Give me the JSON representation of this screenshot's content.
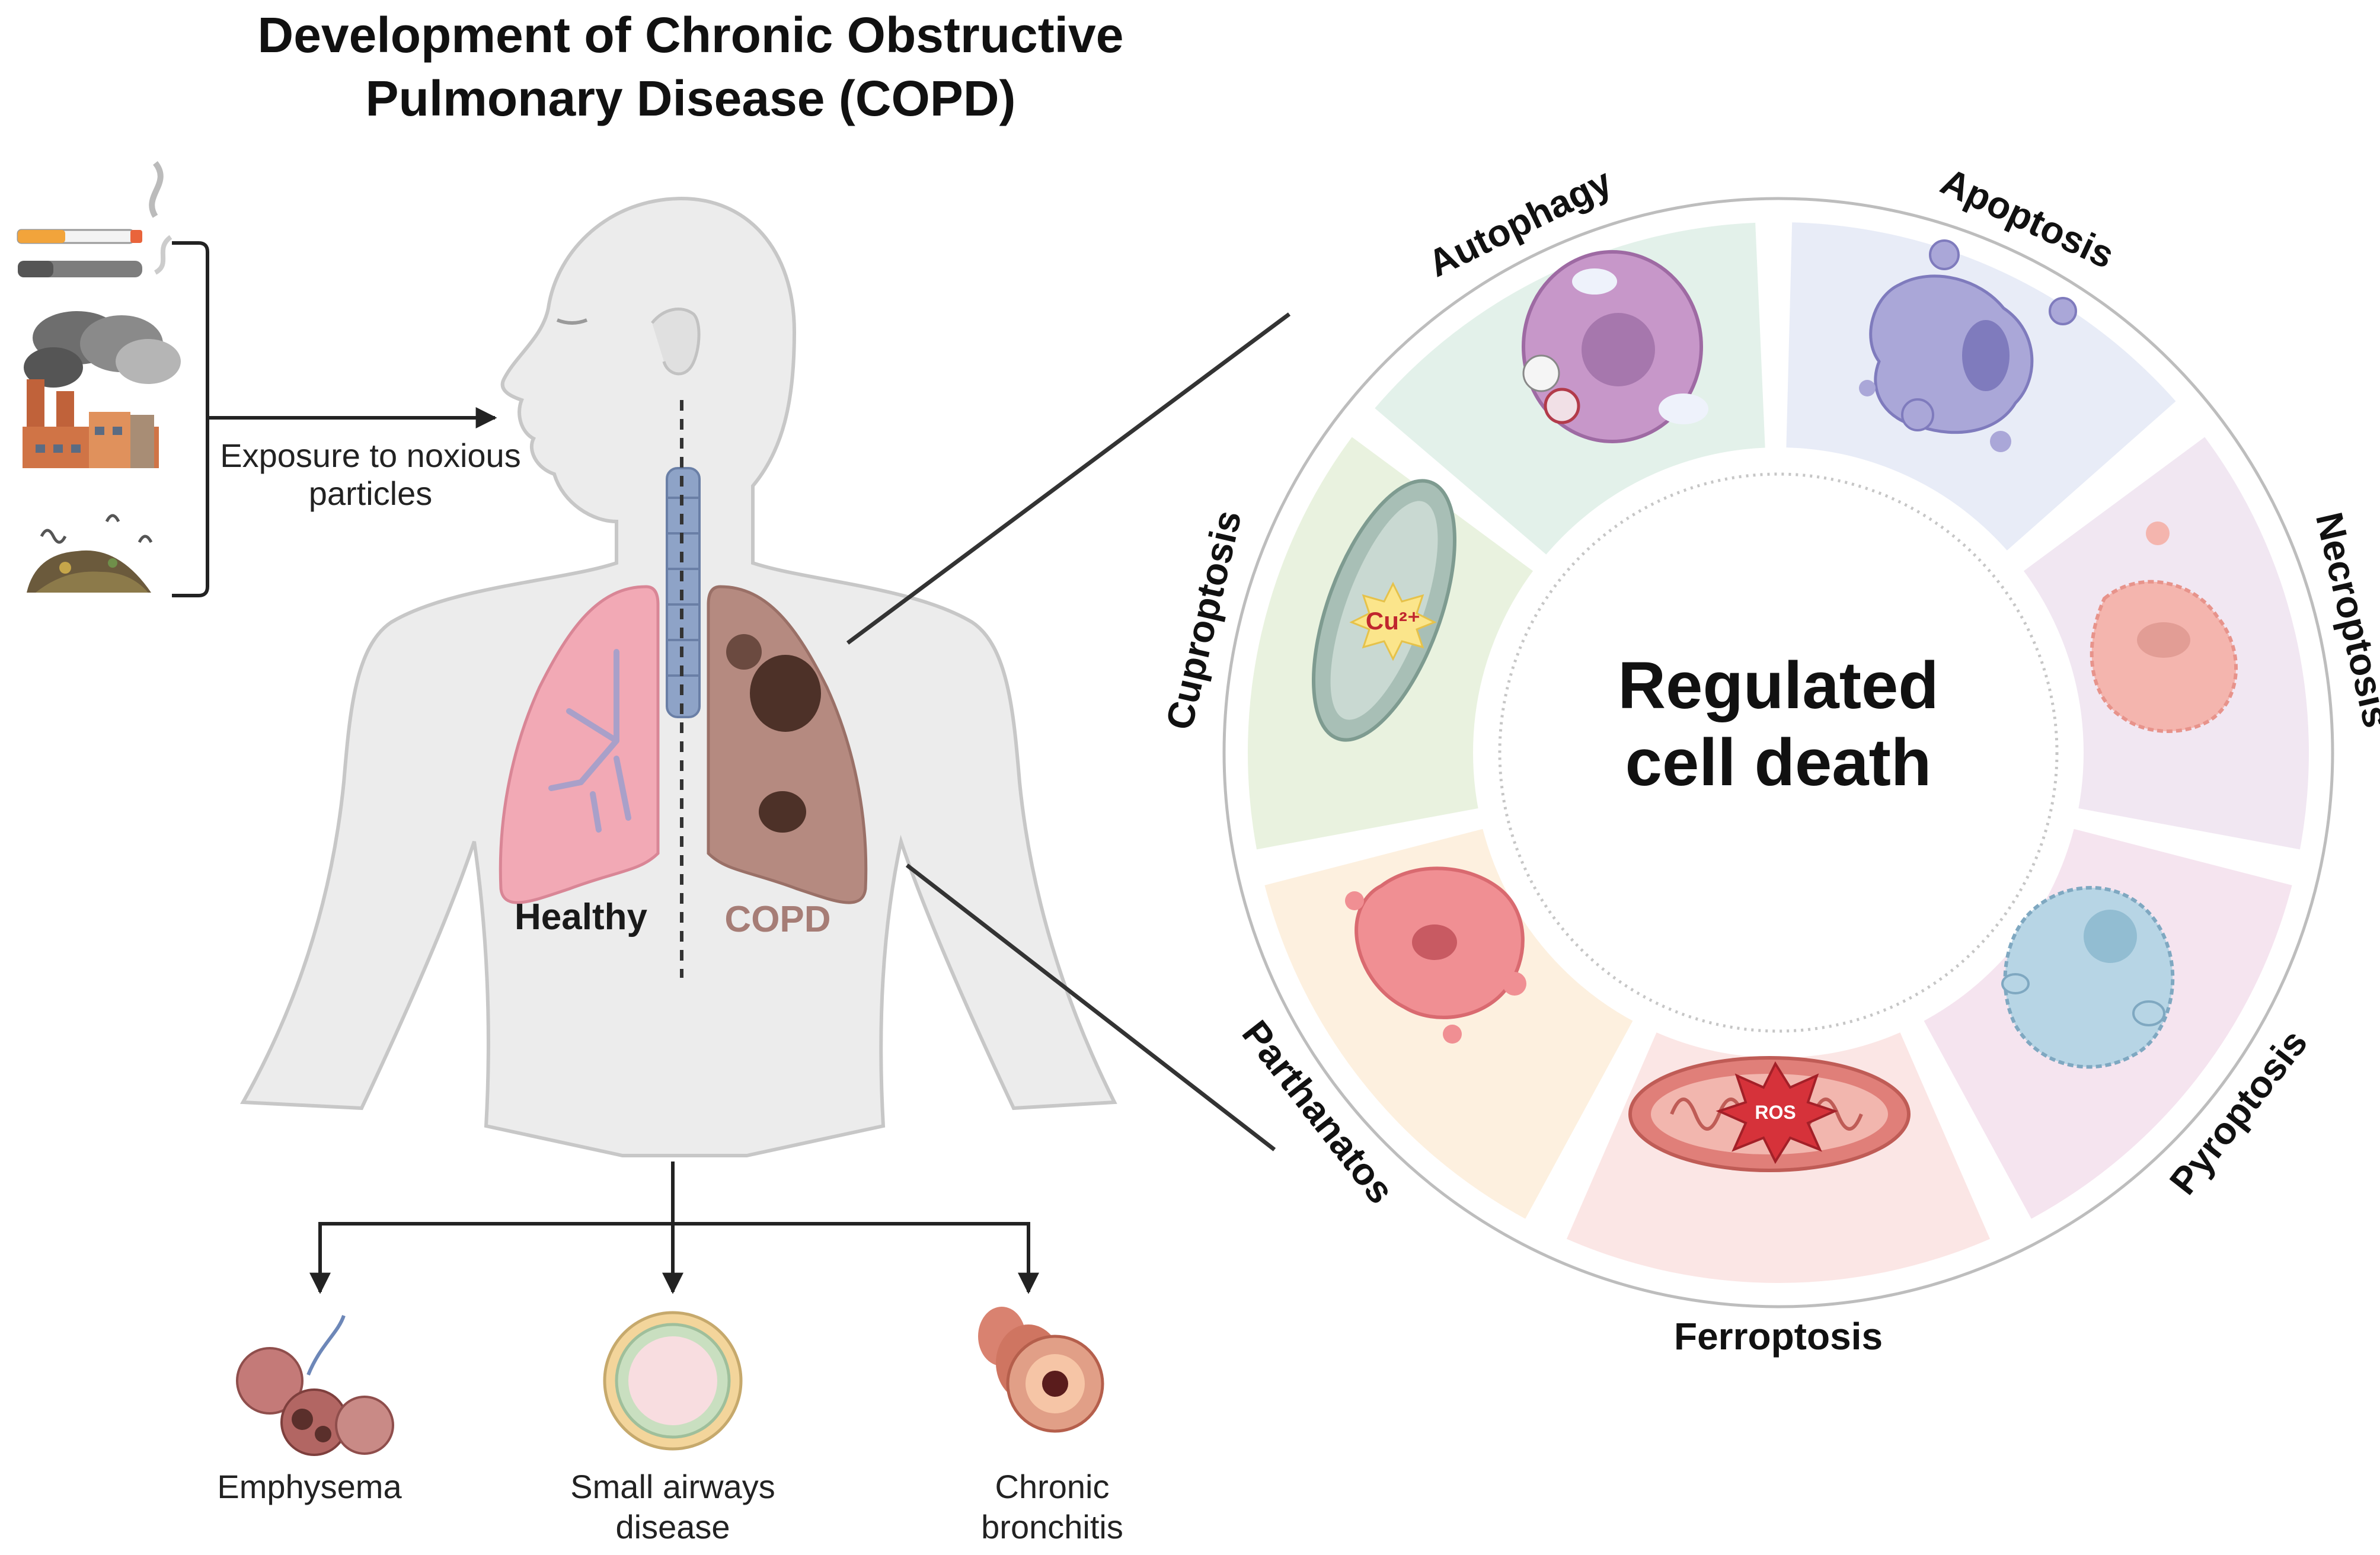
{
  "title": {
    "line1": "Development of Chronic Obstructive",
    "line2": "Pulmonary Disease (COPD)"
  },
  "exposure": {
    "line1": "Exposure to noxious",
    "line2": "particles",
    "sources": [
      "cigarette-icon",
      "e-cigarette-icon",
      "factory-smoke-icon",
      "waste-pile-icon"
    ]
  },
  "lungs": {
    "healthy_label": "Healthy",
    "copd_label": "COPD"
  },
  "outcomes": [
    {
      "line1": "Emphysema",
      "line2": ""
    },
    {
      "line1": "Small airways",
      "line2": "disease"
    },
    {
      "line1": "Chronic",
      "line2": "bronchitis"
    }
  ],
  "wheel": {
    "center_line1": "Regulated",
    "center_line2": "cell death",
    "segments": [
      "Autophagy",
      "Apoptosis",
      "Necroptosis",
      "Pyroptosis",
      "Ferroptosis",
      "Parthanatos",
      "Cuproptosis"
    ],
    "cu_label": "Cu²⁺",
    "ros_label": "ROS"
  },
  "colors": {
    "healthy_lung": "#f2a9b5",
    "copd_lung": "#b58a80",
    "copd_text": "#a67d76",
    "trachea": "#8ea3c7",
    "autophagy": "#e3f1ea",
    "apoptosis": "#e8ecf7",
    "necroptosis": "#f1e7f2",
    "pyroptosis": "#f5e4ef",
    "ferroptosis": "#fbe6e5",
    "parthanatos": "#fdf0df",
    "cuproptosis": "#e9f2df"
  }
}
